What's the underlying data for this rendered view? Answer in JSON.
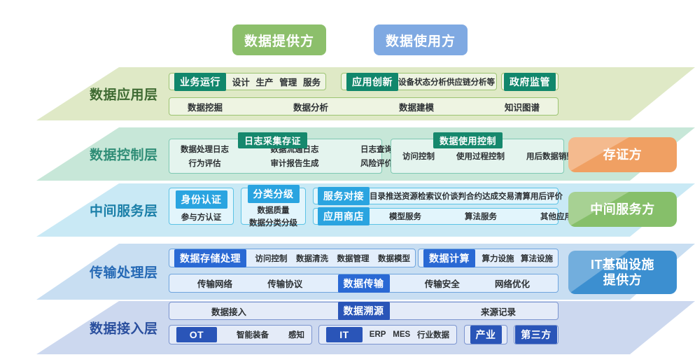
{
  "top_pills": [
    {
      "label": "数据提供方",
      "color": "#8cbf6b"
    },
    {
      "label": "数据使用方",
      "color": "#7fa9e2"
    }
  ],
  "layers": [
    {
      "id": "application",
      "label": "数据应用层",
      "band_color": "#dfe9c6",
      "label_color": "#3f6b33",
      "groups": [
        {
          "tag": "业务运行",
          "items": [
            "设计",
            "生产",
            "管理",
            "服务"
          ]
        },
        {
          "tag": "应用创新",
          "items": [
            "设备状态分析",
            "供应链分析等"
          ]
        },
        {
          "tag": "政府监管",
          "items": []
        }
      ],
      "bottom_items": [
        "数据挖掘",
        "数据分析",
        "数据建模",
        "知识图谱"
      ]
    },
    {
      "id": "control",
      "label": "数据控制层",
      "band_color": "#c7e7d8",
      "label_color": "#2f8d76",
      "captioned": [
        {
          "caption": "日志采集存证",
          "columns": [
            [
              "数据处理日志",
              "行为评估"
            ],
            [
              "数据流通日志",
              "审计报告生成"
            ],
            [
              "日志查询",
              "风险评价"
            ]
          ]
        },
        {
          "caption": "数据使用控制",
          "columns": [
            [
              "访问控制"
            ],
            [
              "使用过程控制"
            ],
            [
              "用后数据销毁"
            ]
          ]
        }
      ],
      "role": {
        "label": "存证方",
        "color": "#f0a063"
      }
    },
    {
      "id": "middle-service",
      "label": "中间服务层",
      "band_color": "#c9e9f5",
      "label_color": "#1b7fa8",
      "cards": [
        {
          "tag": "身份认证",
          "items": [
            "参与方认证"
          ]
        },
        {
          "tag": "分类分级",
          "items": [
            "数据质量",
            "数据分类分级"
          ]
        }
      ],
      "rows": [
        {
          "tag": "服务对接",
          "items": [
            "目录推送",
            "资源检索",
            "议价谈判",
            "合约达成",
            "交易清算",
            "用后评价"
          ]
        },
        {
          "tag": "应用商店",
          "items": [
            "模型服务",
            "算法服务",
            "其他应用服务"
          ]
        }
      ],
      "role": {
        "label": "中间服务方",
        "color": "#86bf6a"
      }
    },
    {
      "id": "transmission",
      "label": "传输处理层",
      "band_color": "#c8def2",
      "label_color": "#2569b5",
      "groups": [
        {
          "tag": "数据存储处理",
          "items": [
            "访问控制",
            "数据清洗",
            "数据管理",
            "数据模型"
          ]
        },
        {
          "tag": "数据计算",
          "items": [
            "算力设施",
            "算法设施"
          ]
        }
      ],
      "bottom_items": [
        "传输网络",
        "传输协议",
        "数据传输",
        "传输安全",
        "网络优化"
      ],
      "bottom_highlight": "数据传输",
      "role": {
        "label": "IT基础设施\n提供方",
        "color": "#3c8fd0"
      }
    },
    {
      "id": "access",
      "label": "数据接入层",
      "band_color": "#ccd8ef",
      "label_color": "#2a4f9e",
      "top_items": [
        "数据接入",
        "数据溯源",
        "来源记录"
      ],
      "top_highlight": "数据溯源",
      "groups": [
        {
          "tag": "OT",
          "items": [
            "智能装备",
            "感知"
          ]
        },
        {
          "tag": "IT",
          "items": [
            "ERP",
            "MES",
            "行业数据"
          ]
        },
        {
          "tag": "产业",
          "items": []
        },
        {
          "tag": "第三方",
          "items": []
        }
      ]
    }
  ]
}
